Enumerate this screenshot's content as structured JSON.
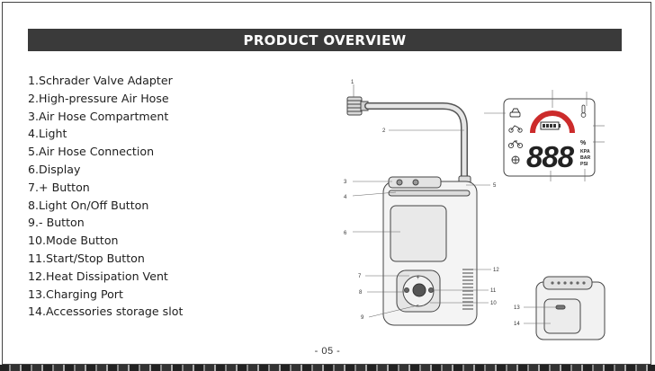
{
  "header": {
    "title": "PRODUCT OVERVIEW"
  },
  "parts": [
    "1.Schrader Valve Adapter",
    "2.High-pressure Air Hose",
    "3.Air Hose Compartment",
    "4.Light",
    "5.Air Hose Connection",
    "6.Display",
    "7.+ Button",
    "8.Light On/Off Button",
    "9.- Button",
    "10.Mode Button",
    "11.Start/Stop Button",
    "12.Heat Dissipation Vent",
    "13.Charging Port",
    "14.Accessories storage slot"
  ],
  "callouts": {
    "n1": "1",
    "n2": "2",
    "n3": "3",
    "n4": "4",
    "n5": "5",
    "n6": "6",
    "n7": "7",
    "n8": "8",
    "n9": "9",
    "n10": "10",
    "n11": "11",
    "n12": "12",
    "n13": "13",
    "n14": "14"
  },
  "display": {
    "digits": "888",
    "unit_percent": "%",
    "unit_kpa": "KPA",
    "unit_bar": "BAR",
    "unit_psi": "PSI"
  },
  "footer": {
    "page_number": "- 05 -"
  }
}
